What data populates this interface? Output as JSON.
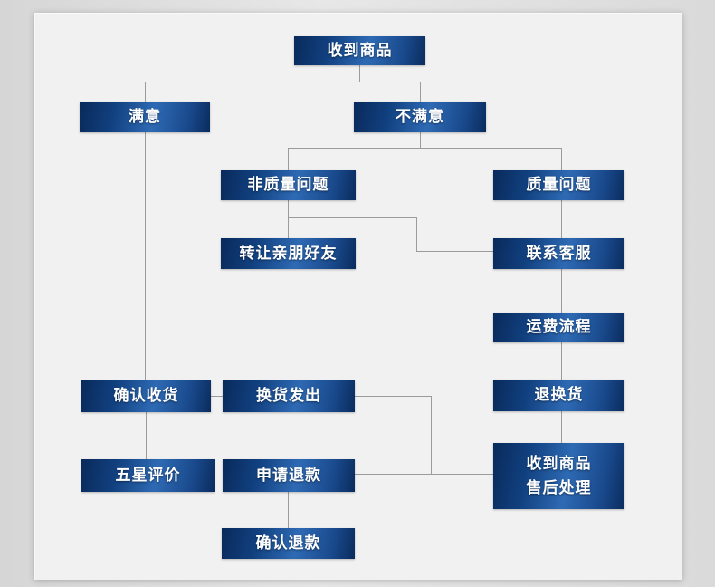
{
  "flowchart": {
    "title": "after-sales service flow",
    "nodes": {
      "received_goods": {
        "label": "收到商品"
      },
      "satisfied": {
        "label": "满意"
      },
      "unsatisfied": {
        "label": "不满意"
      },
      "non_quality_issue": {
        "label": "非质量问题"
      },
      "quality_issue": {
        "label": "质量问题"
      },
      "transfer_to_friends": {
        "label": "转让亲朋好友"
      },
      "contact_customer_service": {
        "label": "联系客服"
      },
      "shipping_fee_process": {
        "label": "运费流程"
      },
      "confirm_receipt": {
        "label": "确认收货"
      },
      "exchange_shipped": {
        "label": "换货发出"
      },
      "return_or_exchange": {
        "label": "退换货"
      },
      "five_star_review": {
        "label": "五星评价"
      },
      "apply_refund": {
        "label": "申请退款"
      },
      "after_sales_processing": {
        "label": "收到商品\n售后处理"
      },
      "confirm_refund": {
        "label": "确认退款"
      }
    },
    "edges": [
      [
        "received_goods",
        "satisfied"
      ],
      [
        "received_goods",
        "unsatisfied"
      ],
      [
        "satisfied",
        "confirm_receipt"
      ],
      [
        "unsatisfied",
        "non_quality_issue"
      ],
      [
        "unsatisfied",
        "quality_issue"
      ],
      [
        "non_quality_issue",
        "transfer_to_friends"
      ],
      [
        "non_quality_issue",
        "contact_customer_service"
      ],
      [
        "quality_issue",
        "contact_customer_service"
      ],
      [
        "contact_customer_service",
        "shipping_fee_process"
      ],
      [
        "shipping_fee_process",
        "return_or_exchange"
      ],
      [
        "return_or_exchange",
        "after_sales_processing"
      ],
      [
        "confirm_receipt",
        "exchange_shipped"
      ],
      [
        "confirm_receipt",
        "five_star_review"
      ],
      [
        "exchange_shipped",
        "after_sales_processing"
      ],
      [
        "apply_refund",
        "after_sales_processing"
      ],
      [
        "apply_refund",
        "confirm_refund"
      ]
    ],
    "colors": {
      "box_gradient_dark": "#092a5b",
      "box_gradient_light": "#2e6ab4",
      "connector_line": "#9b9b9b",
      "panel_background": "#f1f1f1",
      "page_background": "#dedede",
      "box_text": "#ffffff"
    }
  }
}
